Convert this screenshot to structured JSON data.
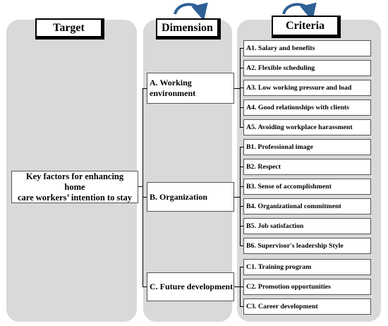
{
  "columns": {
    "target_header": "Target",
    "dimension_header": "Dimension",
    "criteria_header": "Criteria"
  },
  "target": {
    "line1": "Key factors for enhancing home",
    "line2": "care workers’ intention to stay"
  },
  "dimensions": [
    "A. Working environment",
    "B. Organization",
    "C. Future development"
  ],
  "criteria": [
    "A1. Salary and benefits",
    "A2. Flexible scheduling",
    "A3. Low working pressure and load",
    "A4. Good relationships with clients",
    "A5. Avoiding workplace harassment",
    "B1. Professional image",
    "B2. Respect",
    "B3. Sense of accomplishment",
    "B4. Organizational commitment",
    "B5. Job satisfaction",
    "B6. Supervisor's leadership Style",
    "C1. Training program",
    "C2. Promotion opportunities",
    "C3. Career development"
  ],
  "colors": {
    "column_background": "#d9d9d9",
    "arrow": "#2e6096"
  },
  "icons": [
    "curved-arrow-icon"
  ]
}
